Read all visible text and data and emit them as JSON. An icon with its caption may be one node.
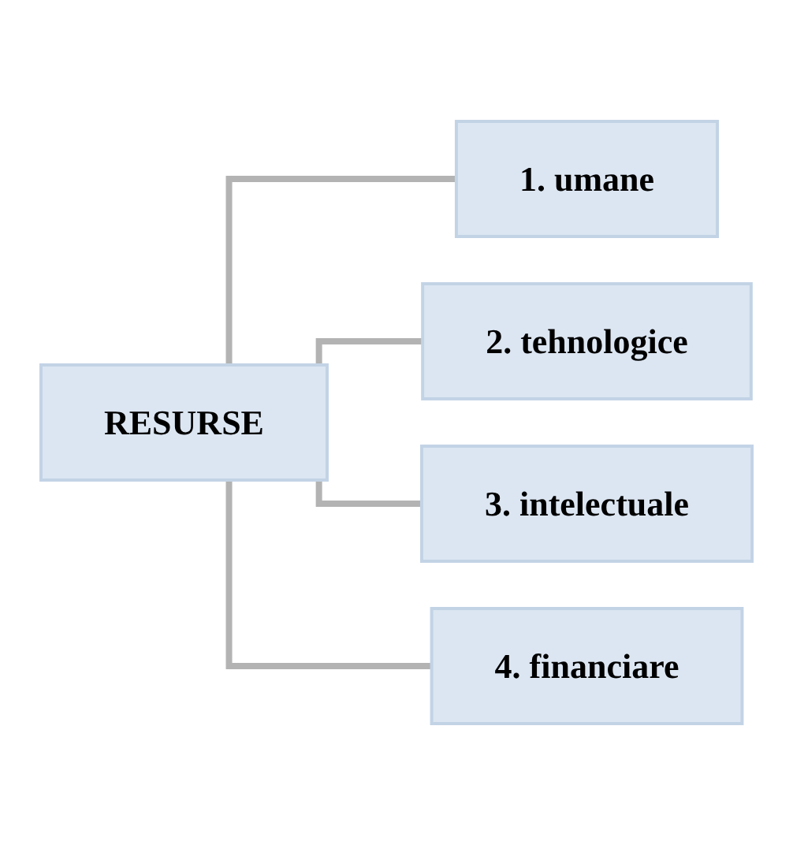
{
  "diagram": {
    "nodes": [
      {
        "text": [
          "RESURSE"
        ]
      },
      {
        "text": [
          "1. umane"
        ]
      },
      {
        "text": [
          "2. tehnologice"
        ]
      },
      {
        "text": [
          "3. intelectuale"
        ]
      },
      {
        "text": [
          "4. financiare"
        ]
      }
    ],
    "edges": [
      {
        "from": 0,
        "to": 1,
        "arrow": "none"
      },
      {
        "from": 0,
        "to": 2,
        "arrow": "none"
      },
      {
        "from": 0,
        "to": 3,
        "arrow": "none"
      },
      {
        "from": 0,
        "to": 4,
        "arrow": "none"
      }
    ]
  }
}
